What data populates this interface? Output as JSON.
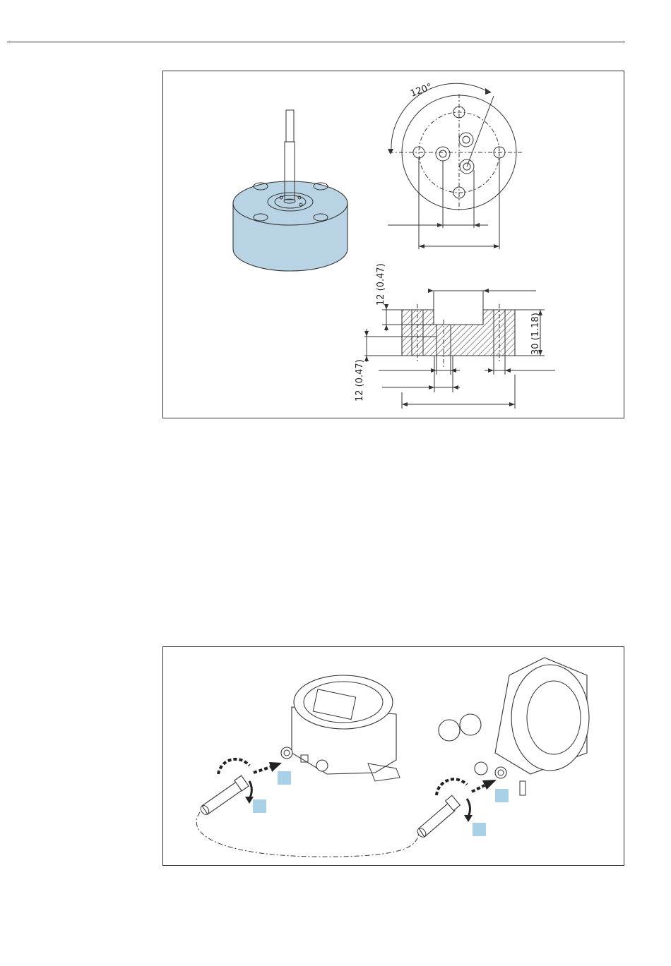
{
  "page": {
    "header_rule": true
  },
  "figure_1": {
    "sensor_color": "#b8d3e3",
    "dimensions": {
      "angle": "120°",
      "recess_depth": "12 (0.47)",
      "offset_depth": "12 (0.47)",
      "height": "30 (1.18)"
    }
  },
  "figure_2": {
    "callout_color": "#a8d0e6",
    "icons": [
      "rotate-arrow-icon",
      "insert-arrow-icon",
      "cable-plug-icon",
      "housing-icon"
    ]
  }
}
